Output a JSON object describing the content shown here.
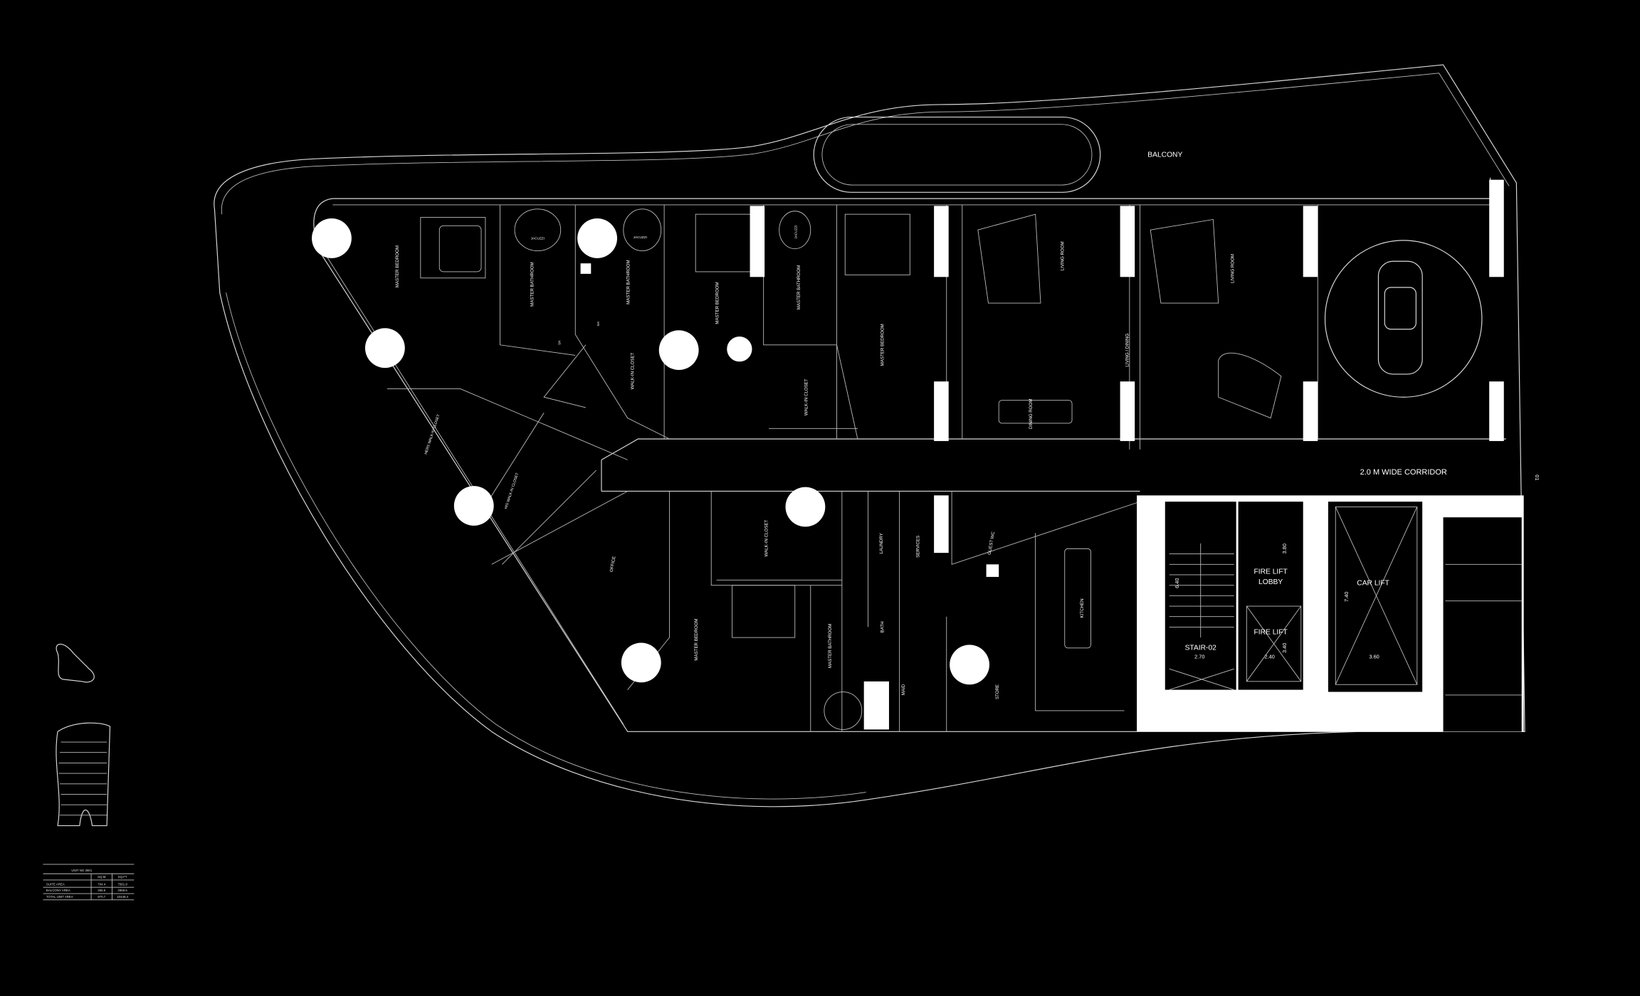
{
  "plan": {
    "balcony": "BALCONY",
    "corridor": "2.0 M WIDE CORRIDOR",
    "door_tag": "01",
    "rooms": {
      "master_bedroom_1": "MASTER BEDROOM",
      "master_bathroom_1": "MASTER BATHROOM",
      "jacuzzi_1": "JACUZZI",
      "jacuzzi_2": "JACUZZI",
      "jacuzzi_3": "JACUZZI",
      "master_bathroom_2": "MASTER BATHROOM",
      "sh_1": "SH",
      "sh_2": "SH",
      "walk_in_closet_1": "WALK-IN CLOSET",
      "master_bedroom_2": "MASTER BEDROOM",
      "master_bathroom_3": "MASTER BATHROOM",
      "walk_in_closet_2": "WALK-IN CLOSET",
      "master_bedroom_3": "MASTER BEDROOM",
      "living_room_1": "LIVING ROOM",
      "dining_room": "DINING ROOM",
      "living_dining": "LIVING / DINING",
      "living_room_2": "LIVING ROOM",
      "hers_closet": "HERS WALK-IN CLOSET",
      "his_closet": "HIS WALK-IN CLOSET",
      "office": "OFFICE",
      "walk_in_closet_3": "WALK-IN CLOSET",
      "laundry": "LAUNDRY",
      "services": "SERVICES",
      "guest_wc": "GUEST WC",
      "kitchen": "KITCHEN",
      "master_bedroom_4": "MASTER BEDROOM",
      "master_bathroom_4": "MASTER BATHROOM",
      "bath": "BATH",
      "maid": "MAID",
      "store": "STORE"
    },
    "core": {
      "fire_lift_lobby_1": "FIRE LIFT",
      "fire_lift_lobby_2": "LOBBY",
      "fire_lift": "FIRE LIFT",
      "stair": "STAIR-02",
      "car_lift": "CAR LIFT",
      "dim_stair_w": "2.70",
      "dim_stair_h": "6.40",
      "dim_lobby_h": "3.80",
      "dim_firelift_w": "2.40",
      "dim_firelift_h": "3.40",
      "dim_carlift_w": "3.60",
      "dim_carlift_h": "7.40"
    }
  },
  "area_table": {
    "title": "UNIT NO 3901",
    "headers": [
      "",
      "SQ.M",
      "SQ.FT"
    ],
    "rows": [
      [
        "SUITE AREA",
        "704.4",
        "7581.9"
      ],
      [
        "BALCONY AREA",
        "266.5",
        "2868.6"
      ],
      [
        "TOTAL UNIT AREA",
        "970.7",
        "10448.4"
      ]
    ]
  }
}
